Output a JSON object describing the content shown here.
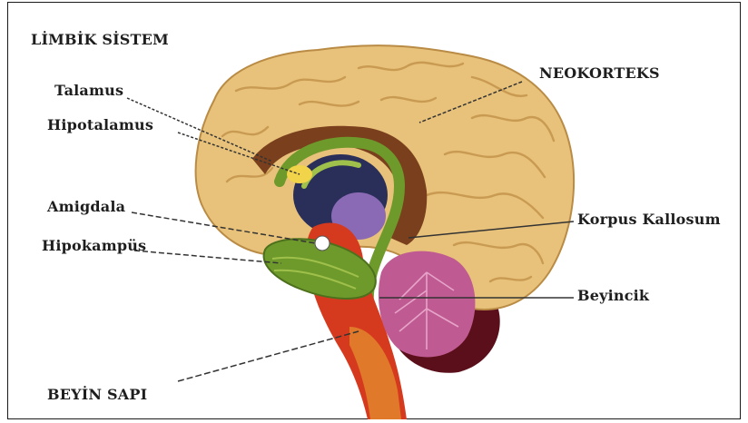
{
  "diagram": {
    "title": "LİMBİK SİSTEM",
    "labels": {
      "talamus": "Talamus",
      "hipotalamus": "Hipotalamus",
      "amigdala": "Amigdala",
      "hipokampus": "Hipokampüs",
      "beyin_sapi": "BEYİN SAPI",
      "neokorteks": "NEOKORTEKS",
      "korpus_kallosum": "Korpus Kallosum",
      "beyincik": "Beyincik"
    }
  },
  "colors": {
    "cortex": "#e8c27a",
    "cortex_dark": "#c99a52",
    "corpus_callosum": "#7a3f1c",
    "limbic_green": "#6e9a2c",
    "thalamus_core": "#2a2f5a",
    "brainstem_red": "#d63a1e",
    "brainstem_orange": "#e07a2a",
    "cerebellum": "#c05a92",
    "cerebellum_dark": "#5a0f1a"
  }
}
